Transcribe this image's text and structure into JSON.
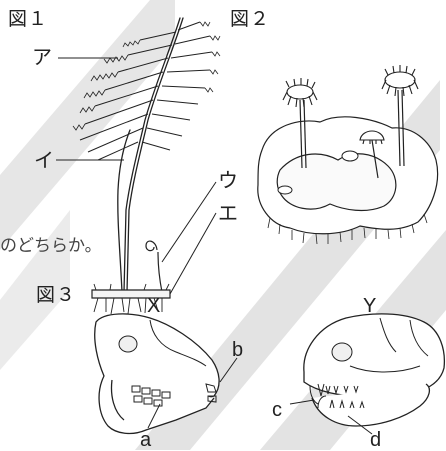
{
  "figure1": {
    "title": "図１",
    "labels": {
      "a": "ア",
      "i": "イ",
      "u": "ウ",
      "e": "エ"
    },
    "icon": "fern-plant-drawing"
  },
  "figure2": {
    "title": "図２",
    "icon": "liverwort-drawing"
  },
  "question_fragment": "のどちらか。",
  "figure3": {
    "title": "図３",
    "skull_x_label": "X",
    "skull_y_label": "Y",
    "labels": {
      "a": "a",
      "b": "b",
      "c": "c",
      "d": "d"
    },
    "icons": [
      "herbivore-skull-drawing",
      "carnivore-skull-drawing"
    ]
  },
  "colors": {
    "watermark": "#d9d9d9",
    "line": "#222222"
  }
}
